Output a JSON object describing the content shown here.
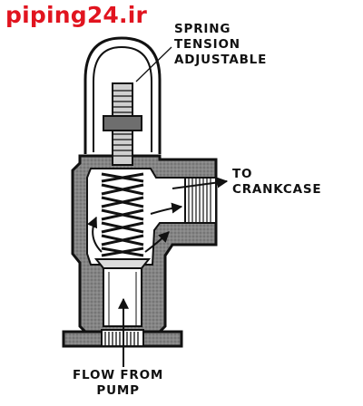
{
  "watermark": "piping24.ir",
  "labels": {
    "spring_tension": [
      "SPRING",
      "TENSION",
      "ADJUSTABLE"
    ],
    "to_crankcase": [
      "TO",
      "CRANKCASE"
    ],
    "flow_from_pump": [
      "FLOW FROM",
      "PUMP"
    ]
  },
  "colors": {
    "watermark": "#e1141f",
    "ink": "#111111",
    "body_fill": "#7c7c7c",
    "body_light": "#bdbdbd",
    "cavity": "#ffffff"
  }
}
